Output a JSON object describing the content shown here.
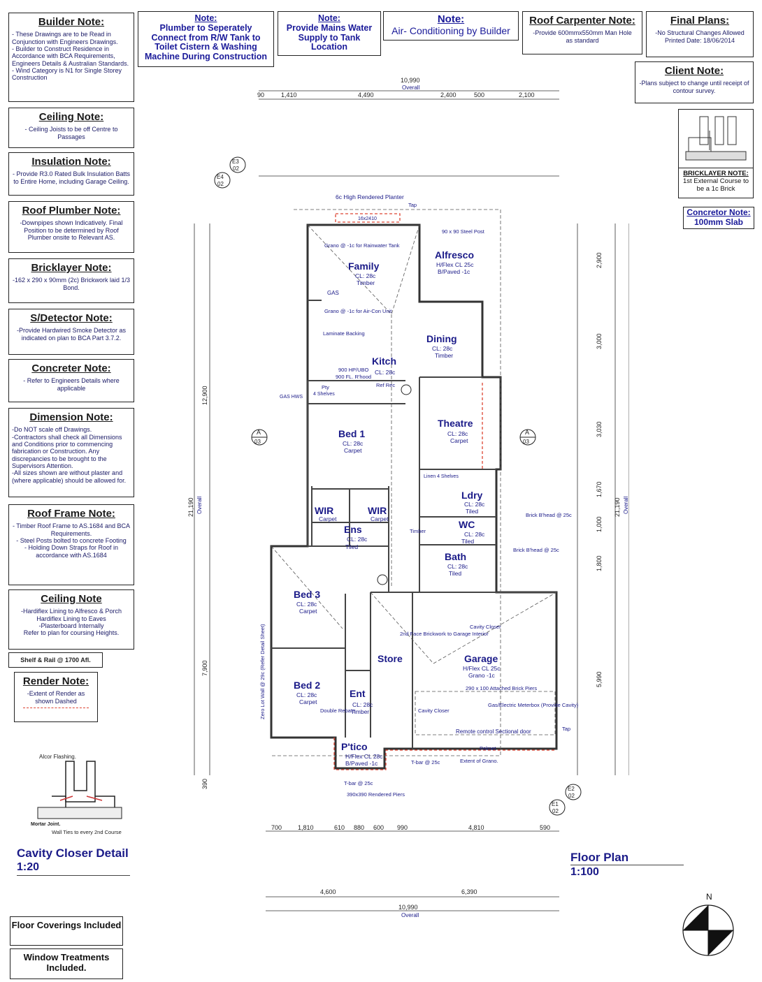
{
  "top_notes": {
    "plumber": {
      "title": "Note:",
      "text": "Plumber to Seperately\nConnect from R/W Tank to\nToilet Cistern & Washing\nMachine During Construction"
    },
    "water": {
      "title": "Note:",
      "text": "Provide Mains Water\nSupply to Tank\nLocation"
    },
    "aircon": {
      "title": "Note:",
      "text": "Air- Conditioning by Builder"
    },
    "roof_carpenter": {
      "title": "Roof Carpenter Note:",
      "text": "-Provide 600mmx550mm Man Hole\nas standard"
    },
    "final_plans": {
      "title": "Final Plans:",
      "text": "-No Structural Changes Allowed\nPrinted Date: 18/06/2014"
    },
    "client": {
      "title": "Client Note:",
      "text": "-Plans subject to change until receipt of\ncontour survey."
    }
  },
  "left_notes": [
    {
      "title": "Builder Note:",
      "text": "- These Drawings are to be Read in Conjunction with Engineers Drawings.\n- Builder to Construct Residence in Accordance with BCA Requirements, Engineers Details & Australian Standards.\n- Wind Category is N1 for Single Storey Construction"
    },
    {
      "title": "Ceiling Note:",
      "text": "- Ceiling Joists to be off Centre to Passages"
    },
    {
      "title": "Insulation Note:",
      "text": "- Provide R3.0 Rated Bulk Insulation Batts to Entire Home, including Garage Ceiling."
    },
    {
      "title": "Roof Plumber Note:",
      "text": "-Downpipes shown Indicatively. Final Position to be determined by Roof Plumber onsite to Relevant AS."
    },
    {
      "title": "Bricklayer Note:",
      "text": "-162 x 290 x 90mm (2c) Brickwork laid 1/3 Bond."
    },
    {
      "title": "S/Detector Note:",
      "text": "-Provide Hardwired Smoke Detector as indicated on plan to BCA Part 3.7.2."
    },
    {
      "title": "Concreter Note:",
      "text": "- Refer to Engineers Details where applicable"
    },
    {
      "title": "Dimension Note:",
      "text": "-Do NOT scale off Drawings.\n-Contractors shall check all Dimensions and Conditions prior to commencing fabrication or Construction. Any discrepancies to be brought to the Supervisors Attention.\n-All sizes shown are without plaster and (where applicable) should be allowed for."
    },
    {
      "title": "Roof Frame Note:",
      "text": "- Timber Roof Frame to AS.1684 and BCA Requirements.\n- Steel Posts bolted to concrete Footing\n- Holding Down Straps for Roof in accordance with AS.1684"
    },
    {
      "title": "Ceiling Note",
      "text": "-Hardiflex Lining to Alfresco & Porch Hardiflex Lining to Eaves\n-Plasterboard Internally\nRefer to plan for coursing Heights."
    }
  ],
  "shelf_note": "Shelf & Rail @ 1700 Afl.",
  "render_note": {
    "title": "Render Note:",
    "text": "-Extent of Render as shown Dashed"
  },
  "bricklayer_right": {
    "title": "BRICKLAYER NOTE:",
    "text": "1st External Course to be a 1c Brick"
  },
  "concretor_right": {
    "title": "Concretor Note:",
    "text": "100mm Slab"
  },
  "detail": {
    "title": "Cavity Closer Detail",
    "scale": "1:20",
    "alcor": "Alcor Flashing.",
    "mortar": "Mortar Joint.",
    "ties": "Wall Ties to every 2nd Course"
  },
  "plan": {
    "title": "Floor Plan",
    "scale": "1:100"
  },
  "floor_coverings": "Floor Coverings Included",
  "window_treatments": "Window Treatments Included.",
  "north": "N",
  "rooms": {
    "family": {
      "name": "Family",
      "cl": "CL: 28c",
      "fin": "Timber"
    },
    "alfresco": {
      "name": "Alfresco",
      "cl": "H/Flex CL 25c",
      "fin": "B/Paved -1c"
    },
    "dining": {
      "name": "Dining",
      "cl": "CL: 28c",
      "fin": "Timber"
    },
    "kitch": {
      "name": "Kitch",
      "cl": "CL: 28c"
    },
    "bed1": {
      "name": "Bed 1",
      "cl": "CL: 28c",
      "fin": "Carpet"
    },
    "theatre": {
      "name": "Theatre",
      "cl": "CL: 28c",
      "fin": "Carpet"
    },
    "ldry": {
      "name": "Ldry",
      "cl": "CL: 28c",
      "fin": "Tiled"
    },
    "wc": {
      "name": "WC",
      "cl": "CL: 28c",
      "fin": "Tiled"
    },
    "bath": {
      "name": "Bath",
      "cl": "CL: 28c",
      "fin": "Tiled"
    },
    "ens": {
      "name": "Ens",
      "cl": "CL: 28c",
      "fin": "Tiled"
    },
    "wir1": {
      "name": "WIR",
      "fin": "Carpet"
    },
    "wir2": {
      "name": "WIR",
      "fin": "Carpet"
    },
    "bed3": {
      "name": "Bed 3",
      "cl": "CL: 28c",
      "fin": "Carpet"
    },
    "bed2": {
      "name": "Bed 2",
      "cl": "CL: 28c",
      "fin": "Carpet"
    },
    "store": {
      "name": "Store"
    },
    "garage": {
      "name": "Garage",
      "cl": "H/Flex CL 25c",
      "fin": "Grano -1c"
    },
    "entry": {
      "name": "Ent",
      "cl": "CL: 28c",
      "fin": "Timber"
    },
    "porch": {
      "name": "P'tico",
      "cl": "H/Flex CL 28c",
      "fin": "B/Paved -1c"
    }
  },
  "annotations": {
    "planter": "6c High Rendered Planter",
    "planter_size": "16x2410",
    "steel_post": "90 x 90 Steel Post",
    "grano_tank": "Grano @ -1c for Rainwater Tank",
    "grano_aircon": "Grano @ -1c for Air-Con Unit",
    "gas": "GAS",
    "laminate": "Laminate Backing",
    "hp": "900 HP/UBO",
    "hood": "900 FL. R'hood",
    "pty": "Pty",
    "shelves": "4 Shelves",
    "ref": "Ref Rec",
    "gas_hws": "GAS HWS",
    "linen": "Linen 4 Shelves",
    "brick_head": "Brick B'head @ 25c",
    "cavity_closer": "Cavity Closer",
    "face_brick": "2nd Face Brickwork to Garage Interior",
    "attached_piers": "290 x 100 Attached Brick Piers",
    "meterbox": "Gas/Electric Meterbox (Provide Cavity)",
    "remote": "Remote control Sectional door",
    "pelmet": "Pelmet",
    "extent_grano": "Extent of Grano.",
    "tbar": "T-bar @ 25c",
    "piers": "390x390 Rendered Piers",
    "double_rebate": "Double Rebate",
    "zero_lot": "Zero Lot Wall @ 29c (Refer Detail Sheet)",
    "timber": "Timber",
    "tap": "Tap"
  },
  "dimensions": {
    "overall_top": "10,990",
    "overall_bottom": "10,990",
    "overall_word": "Overall",
    "overall_left": "21,190",
    "overall_right": "21,190",
    "top_row": [
      "90",
      "1,410",
      "4,490",
      "2,400",
      "500",
      "2,100"
    ],
    "bottom_row": [
      "700",
      "1,810",
      "610",
      "880",
      "600",
      "990",
      "4,810",
      "590"
    ],
    "bottom_split": [
      "4,600",
      "6,390"
    ],
    "left_chain": [
      "12,900",
      "7,900",
      "390"
    ],
    "right_chain": [
      "2,900",
      "3,000",
      "3,030",
      "1,670",
      "1,000",
      "1,800",
      "5,990"
    ]
  },
  "sections": {
    "a_left": "A",
    "a_left_sheet": "03",
    "a_right": "A",
    "a_right_sheet": "03",
    "e3": "E3",
    "e3_sheet": "02",
    "e4": "E4",
    "e4_sheet": "02",
    "e1": "E1",
    "e1_sheet": "02",
    "e2": "E2",
    "e2_sheet": "02"
  }
}
